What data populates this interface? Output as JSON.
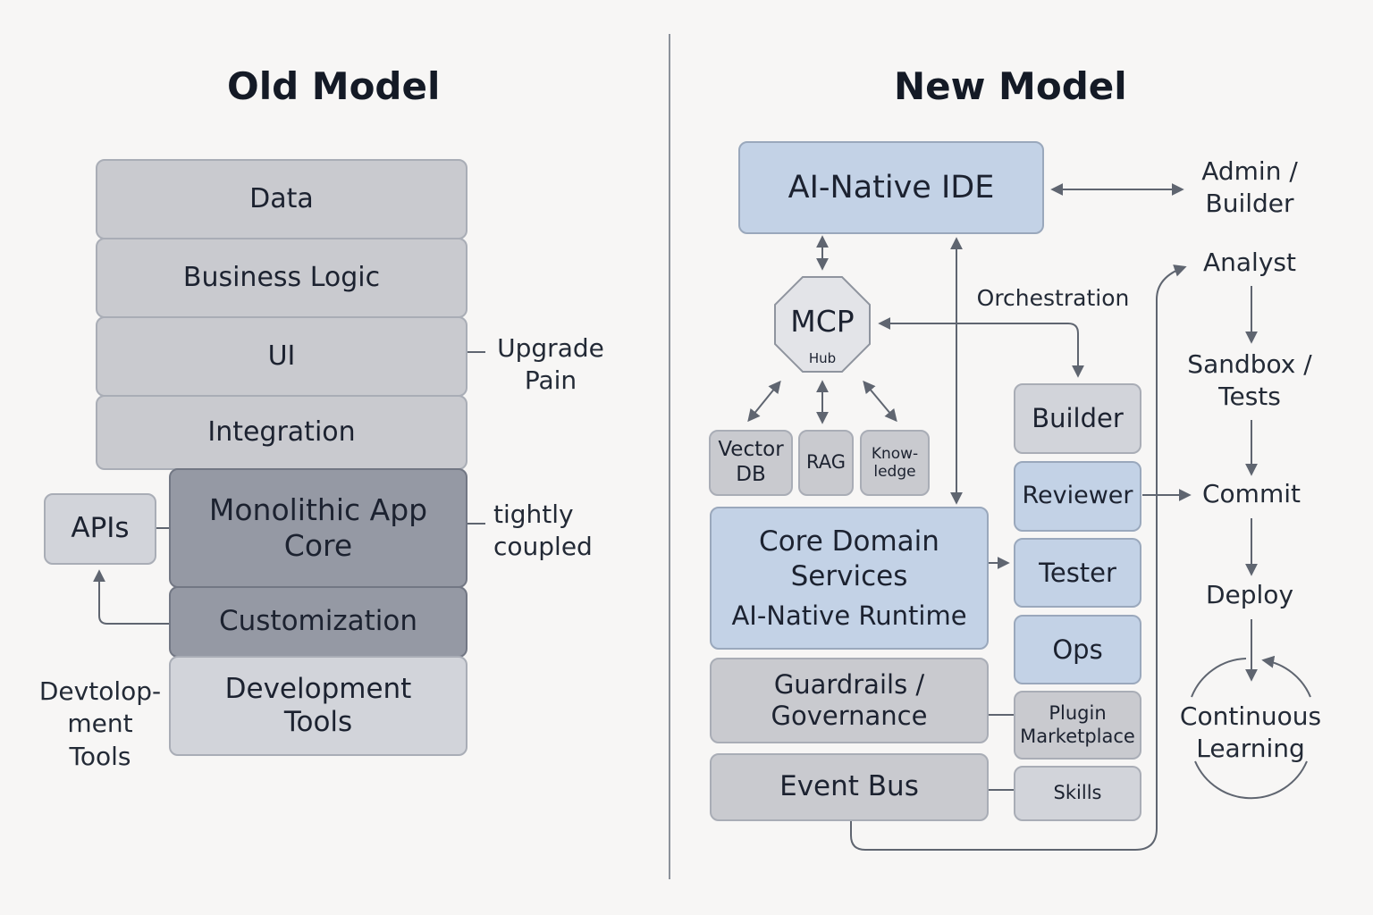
{
  "old_model": {
    "title": "Old Model",
    "layers": {
      "data": "Data",
      "business_logic": "Business Logic",
      "ui": "UI",
      "integration": "Integration",
      "monolithic_core": "Monolithic App Core",
      "customization": "Customization",
      "development_tools": "Development Tools"
    },
    "apis": "APIs",
    "upgrade_pain": "Upgrade Pain",
    "tightly_coupled": "tightly coupled",
    "devtools_note": "Devtolop- ment Tools"
  },
  "new_model": {
    "title": "New Model",
    "ide": "AI-Native IDE",
    "admin_builder": "Admin / Builder",
    "mcp": "MCP",
    "mcp_sub": "Hub",
    "orchestration": "Orchestration",
    "knowledge": {
      "vector_db": "Vector DB",
      "rag": "RAG",
      "knowledge": "Know- ledge"
    },
    "core": {
      "line1": "Core Domain",
      "line2": "Services",
      "line3": "AI-Native Runtime"
    },
    "guardrails": "Guardrails / Governance",
    "event_bus": "Event Bus",
    "agents": {
      "builder": "Builder",
      "reviewer": "Reviewer",
      "tester": "Tester",
      "ops": "Ops"
    },
    "plugin_marketplace": "Plugin Marketplace",
    "skills": "Skills",
    "pipeline": {
      "analyst": "Analyst",
      "sandbox": "Sandbox / Tests",
      "commit": "Commit",
      "deploy": "Deploy",
      "continuous_learning": "Continuous Learning"
    }
  },
  "colors": {
    "background": "#f7f6f5",
    "gray_box": "#c9cacf",
    "dark_box": "#9599a4",
    "blue_box": "#c3d2e6",
    "line": "#5f6570"
  }
}
